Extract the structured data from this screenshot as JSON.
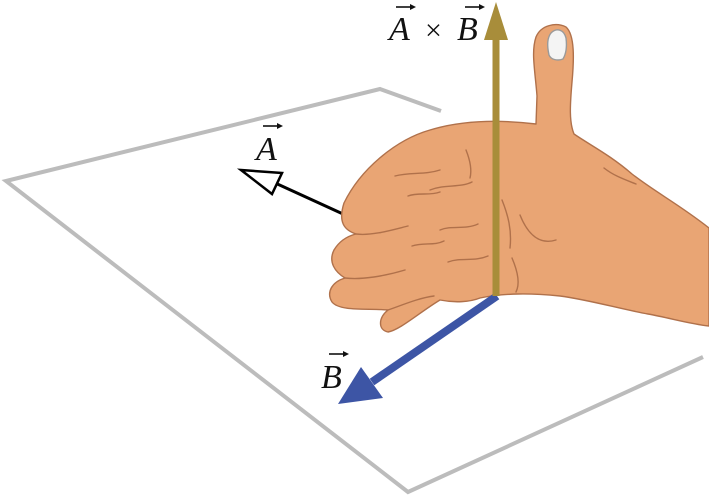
{
  "labels": {
    "vector_a": "A",
    "vector_b": "B",
    "cross_product_left": "A",
    "cross_product_operator": "×",
    "cross_product_right": "B"
  },
  "colors": {
    "plane_outline": "#bcbcbc",
    "hand_fill": "#e9a574",
    "hand_outline": "#b0714b",
    "vector_a": "#000000",
    "vector_b": "#3d55a5",
    "cross_product": "#a88d3a"
  }
}
